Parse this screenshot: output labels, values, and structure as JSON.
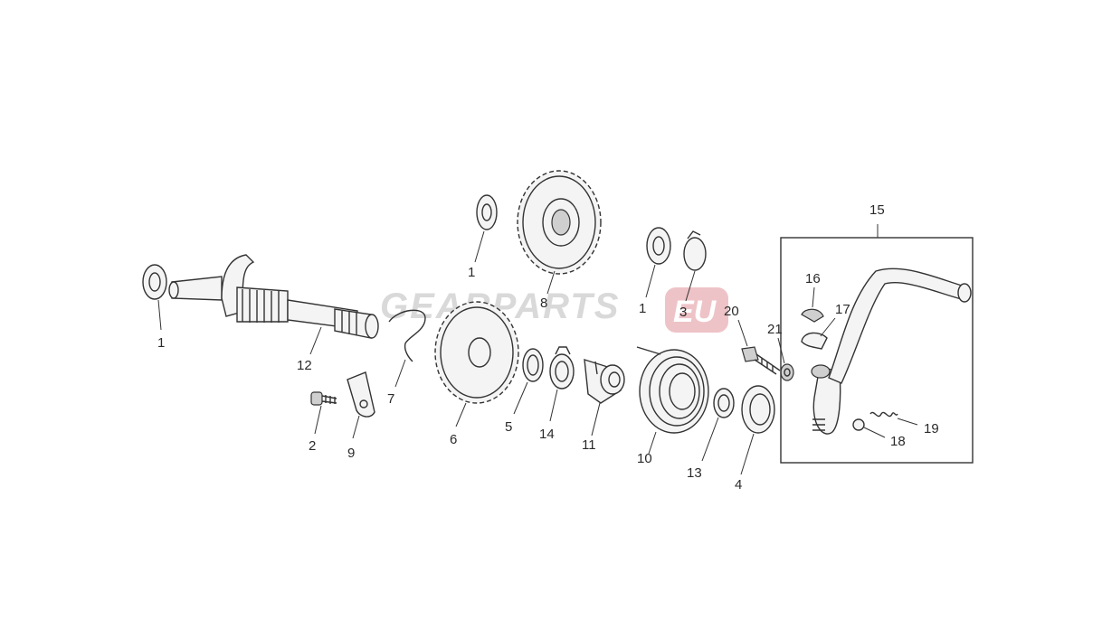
{
  "watermark": {
    "text": "GEARPARTS",
    "badge": "EU",
    "accent": "#e8b3b8"
  },
  "labels": {
    "p1a": "1",
    "p12": "12",
    "p2": "2",
    "p9": "9",
    "p7": "7",
    "p1b": "1",
    "p8": "8",
    "p6": "6",
    "p5": "5",
    "p14": "14",
    "p11": "11",
    "p1c": "1",
    "p3": "3",
    "p10": "10",
    "p13": "13",
    "p4": "4",
    "p20": "20",
    "p21": "21",
    "p15": "15",
    "p16": "16",
    "p17": "17",
    "p19": "19",
    "p18": "18"
  },
  "colors": {
    "line": "#333333",
    "fill": "#f4f4f4",
    "page": "#ffffff"
  }
}
